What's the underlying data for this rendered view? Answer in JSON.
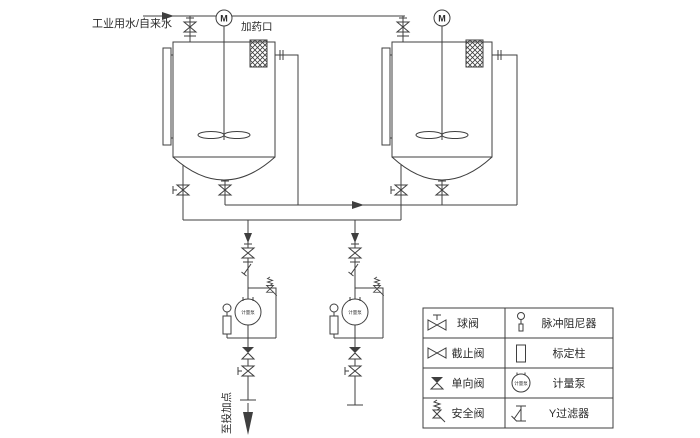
{
  "diagram_title": "chemical-dosing-system-pid",
  "colors": {
    "background": "#ffffff",
    "line": "#3f3f3f",
    "text": "#2b2b2b"
  },
  "labels": {
    "water_supply": "工业用水/自来水",
    "dosing_port": "加药口",
    "to_dosing_point": "至投加点",
    "motor": "M",
    "pump": "计量泵"
  },
  "equipment": {
    "tanks": [
      {
        "name": "solution-tank-1",
        "agitator": "M",
        "dosing_port": true
      },
      {
        "name": "solution-tank-2",
        "agitator": "M",
        "dosing_port": true
      }
    ],
    "pump_trains": [
      {
        "name": "metering-pump-train-1",
        "outlet_label": "至投加点"
      },
      {
        "name": "metering-pump-train-2",
        "outlet_label": ""
      }
    ]
  },
  "legend": {
    "rows": [
      {
        "left_symbol": "ball-valve-icon",
        "left_label": "球阀",
        "right_symbol": "pulse-damper-icon",
        "right_label": "脉冲阻尼器"
      },
      {
        "left_symbol": "stop-valve-icon",
        "left_label": "截止阀",
        "right_symbol": "calibration-column-icon",
        "right_label": "标定柱"
      },
      {
        "left_symbol": "check-valve-icon",
        "left_label": "单向阀",
        "right_symbol": "metering-pump-icon",
        "right_label": "计量泵"
      },
      {
        "left_symbol": "safety-valve-icon",
        "left_label": "安全阀",
        "right_symbol": "y-strainer-icon",
        "right_label": "Y过滤器"
      }
    ]
  }
}
